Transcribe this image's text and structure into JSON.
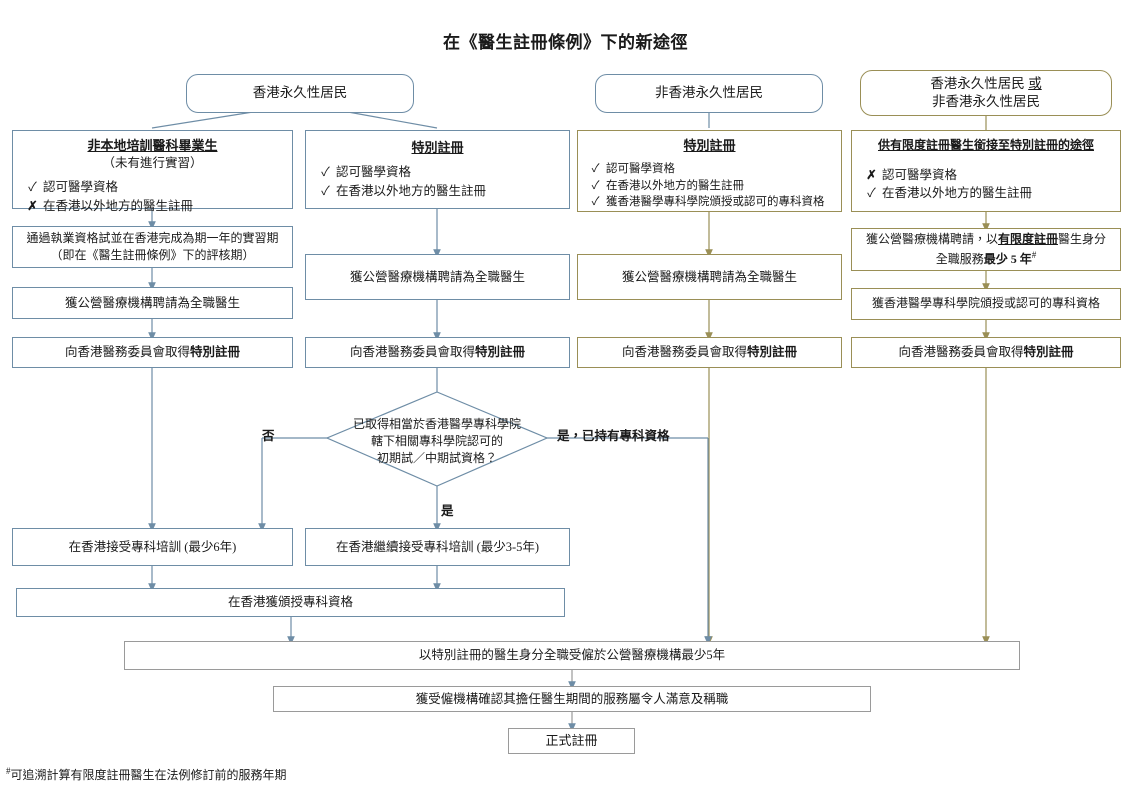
{
  "title": "在《醫生註冊條例》下的新途徑",
  "colors": {
    "blue_border": "#6e8da6",
    "gold_border": "#9a8f56",
    "gray_border": "#9a9a9a",
    "text": "#1a1a1a"
  },
  "headers": [
    {
      "id": "hk-permanent-resident",
      "text": "香港永久性居民",
      "style": "blue"
    },
    {
      "id": "non-hk-permanent-resident",
      "text": "非香港永久性居民",
      "style": "blue"
    },
    {
      "id": "hk-or-non-hk-permanent-resident",
      "line1": "香港永久性居民 或",
      "line1_underline": "或",
      "line2": "非香港永久性居民",
      "style": "gold"
    }
  ],
  "columns": [
    {
      "id": "col1",
      "entry": {
        "title": "非本地培訓醫科畢業生",
        "subtitle": "（未有進行實習）",
        "criteria": [
          {
            "mark": "✓",
            "text": "認可醫學資格"
          },
          {
            "mark": "✗",
            "text": "在香港以外地方的醫生註冊"
          }
        ]
      },
      "steps": [
        {
          "id": "col1-step1",
          "line1": "通過執業資格試並在香港完成為期一年的實習期",
          "line2": "（即在《醫生註冊條例》下的評核期）"
        },
        {
          "id": "col1-step2",
          "text": "獲公營醫療機構聘請為全職醫生"
        },
        {
          "id": "col1-step3",
          "pre": "向香港醫務委員會取得",
          "bold": "特別註冊"
        }
      ]
    },
    {
      "id": "col2",
      "entry": {
        "title": "特別註冊",
        "criteria": [
          {
            "mark": "✓",
            "text": "認可醫學資格"
          },
          {
            "mark": "✓",
            "text": "在香港以外地方的醫生註冊"
          }
        ]
      },
      "steps": [
        {
          "id": "col2-step1",
          "text": "獲公營醫療機構聘請為全職醫生"
        },
        {
          "id": "col2-step2",
          "pre": "向香港醫務委員會取得",
          "bold": "特別註冊"
        }
      ]
    },
    {
      "id": "col3",
      "entry": {
        "title": "特別註冊",
        "criteria": [
          {
            "mark": "✓",
            "text": "認可醫學資格"
          },
          {
            "mark": "✓",
            "text": "在香港以外地方的醫生註冊"
          },
          {
            "mark": "✓",
            "text": "獲香港醫學專科學院頒授或認可的專科資格"
          }
        ]
      },
      "steps": [
        {
          "id": "col3-step1",
          "text": "獲公營醫療機構聘請為全職醫生"
        },
        {
          "id": "col3-step2",
          "pre": "向香港醫務委員會取得",
          "bold": "特別註冊"
        }
      ]
    },
    {
      "id": "col4",
      "entry": {
        "title": "供有限度註冊醫生銜接至特別註冊的途徑",
        "criteria": [
          {
            "mark": "✗",
            "text": "認可醫學資格"
          },
          {
            "mark": "✓",
            "text": "在香港以外地方的醫生註冊"
          }
        ]
      },
      "steps": [
        {
          "id": "col4-step1",
          "pre": "獲公營醫療機構聘請，以",
          "ul": "有限度註冊",
          "mid": "醫生身分",
          "line2pre": "全職服務",
          "line2bold": "最少 5 年",
          "footmark": "#"
        },
        {
          "id": "col4-step2",
          "text": "獲香港醫學專科學院頒授或認可的專科資格"
        },
        {
          "id": "col4-step3",
          "pre": "向香港醫務委員會取得",
          "bold": "特別註冊"
        }
      ]
    }
  ],
  "decision": {
    "id": "specialty-exam-decision",
    "line1": "已取得相當於香港醫學專科學院",
    "line2": "轄下相關專科學院認可的",
    "line3": "初期試／中期試資格？",
    "label_left": "否",
    "label_bottom": "是",
    "label_right": "是，已持有專科資格"
  },
  "training": [
    {
      "id": "training-full",
      "text": "在香港接受專科培訓 (最少6年)"
    },
    {
      "id": "training-continue",
      "text": "在香港繼續接受專科培訓 (最少3-5年)"
    }
  ],
  "award": {
    "id": "specialist-qualification-hk",
    "text": "在香港獲頒授專科資格"
  },
  "convergence": [
    {
      "id": "serve-public-5-years",
      "text": "以特別註冊的醫生身分全職受僱於公營醫療機構最少5年"
    },
    {
      "id": "employer-confirmation",
      "text": "獲受僱機構確認其擔任醫生期間的服務屬令人滿意及稱職"
    },
    {
      "id": "full-registration",
      "text": "正式註冊"
    }
  ],
  "footnote": {
    "mark": "#",
    "text": "可追溯計算有限度註冊醫生在法例修訂前的服務年期"
  }
}
